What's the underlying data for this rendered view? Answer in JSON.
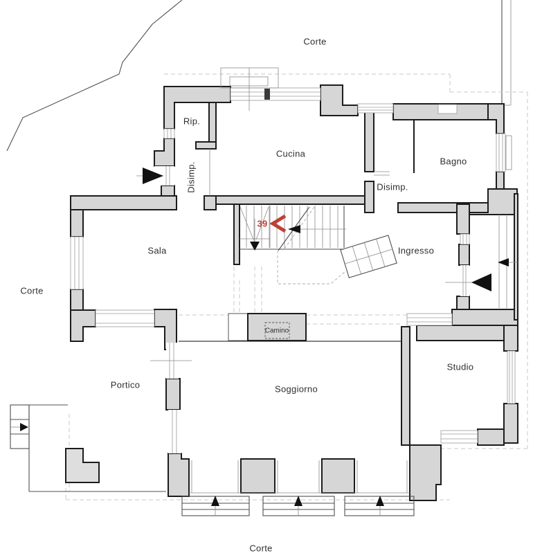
{
  "page": {
    "type": "architectural-floor-plan",
    "background": "#ffffff"
  },
  "colors": {
    "wall_fill": "#d6d6d6",
    "wall_outline": "#1c1c1c",
    "thin_line": "#4f4f4f",
    "dashed_eaves": "#c9c9c9",
    "annotation_red": "#bf4036",
    "label_text": "#2f2f2f"
  },
  "labels": {
    "courtyard_top": "Corte",
    "courtyard_left": "Corte",
    "courtyard_bottom": "Corte",
    "storage": "Rip.",
    "kitchen": "Cucina",
    "bathroom": "Bagno",
    "hallway_left": "Disimp.",
    "hallway_right": "Disimp.",
    "hall": "Sala",
    "entrance": "Ingresso",
    "fireplace": "Camino",
    "porch": "Portico",
    "living_room": "Soggiorno",
    "study": "Studio",
    "stair_marker": "39"
  }
}
